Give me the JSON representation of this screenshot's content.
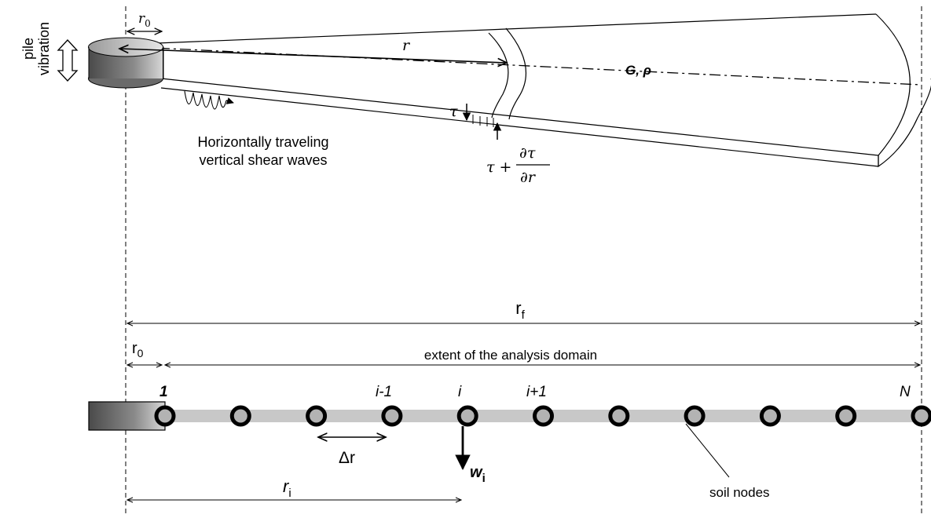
{
  "labels": {
    "pile_vibration_line1": "pile",
    "pile_vibration_line2": "vibration",
    "r0_top": "r",
    "r0_top_sub": "0",
    "r_radius": "r",
    "g_rho": "G, ρ",
    "tau": "τ",
    "tau_plus": "τ +",
    "dtau": "∂τ",
    "dr": "∂r",
    "waves_line1": "Horizontally traveling",
    "waves_line2": "vertical shear waves",
    "rf": "r",
    "rf_sub": "f",
    "r0_bottom": "r",
    "r0_bottom_sub": "0",
    "extent": "extent of the analysis domain",
    "node_1": "1",
    "node_im1": "i-1",
    "node_i": "i",
    "node_ip1": "i+1",
    "node_N": "N",
    "delta_r": "Δr",
    "w": "w",
    "w_sub": "i",
    "ri": "r",
    "ri_sub": "i",
    "soil_nodes": "soil nodes"
  },
  "nodes": {
    "count": 11,
    "fill": "#b3b3b3",
    "stroke": "#000000"
  },
  "colors": {
    "pile_dark": "#555555",
    "pile_light": "#cfcfcf",
    "rod": "#c8c8c8"
  }
}
